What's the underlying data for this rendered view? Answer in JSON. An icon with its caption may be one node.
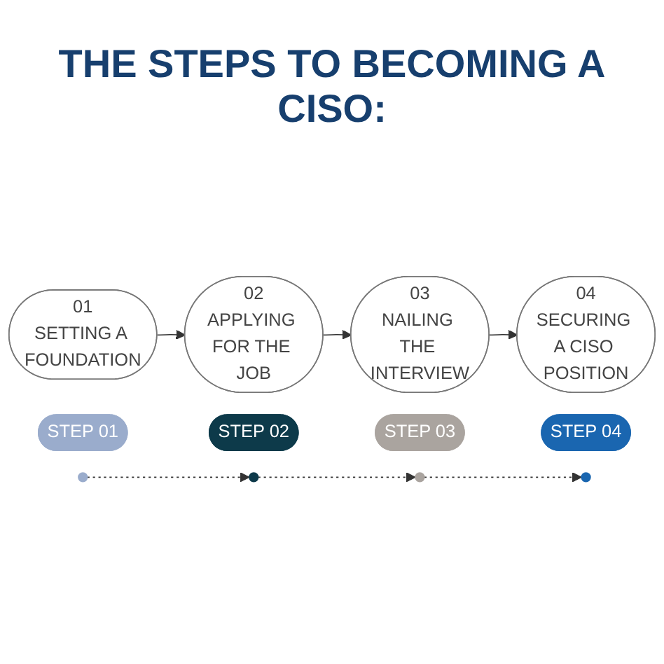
{
  "diagram": {
    "title": "THE STEPS TO BECOMING A CISO:",
    "nodes": [
      {
        "text": [
          "01",
          "SETTING A FOUNDATION"
        ]
      },
      {
        "text": [
          "02",
          "APPLYING FOR THE JOB"
        ]
      },
      {
        "text": [
          "03",
          "NAILING THE INTERVIEW"
        ]
      },
      {
        "text": [
          "04",
          "SECURING A CISO POSITION"
        ]
      },
      {
        "text": [
          "STEP 01"
        ]
      },
      {
        "text": [
          "STEP 02"
        ]
      },
      {
        "text": [
          "STEP 03"
        ]
      },
      {
        "text": [
          "STEP 04"
        ]
      },
      {
        "text": [],
        "shape": "circle"
      },
      {
        "text": [],
        "shape": "circle"
      },
      {
        "text": [],
        "shape": "circle"
      },
      {
        "text": [],
        "shape": "circle"
      }
    ],
    "edges": [
      {
        "from": 0,
        "to": 1,
        "arrow": "to"
      },
      {
        "from": 1,
        "to": 2,
        "arrow": "to"
      },
      {
        "from": 2,
        "to": 3,
        "arrow": "to"
      },
      {
        "from": 8,
        "to": 9,
        "arrow": "to",
        "style": "dashed"
      },
      {
        "from": 9,
        "to": 10,
        "arrow": "to",
        "style": "dashed"
      },
      {
        "from": 10,
        "to": 11,
        "arrow": "to",
        "style": "dashed"
      }
    ]
  }
}
